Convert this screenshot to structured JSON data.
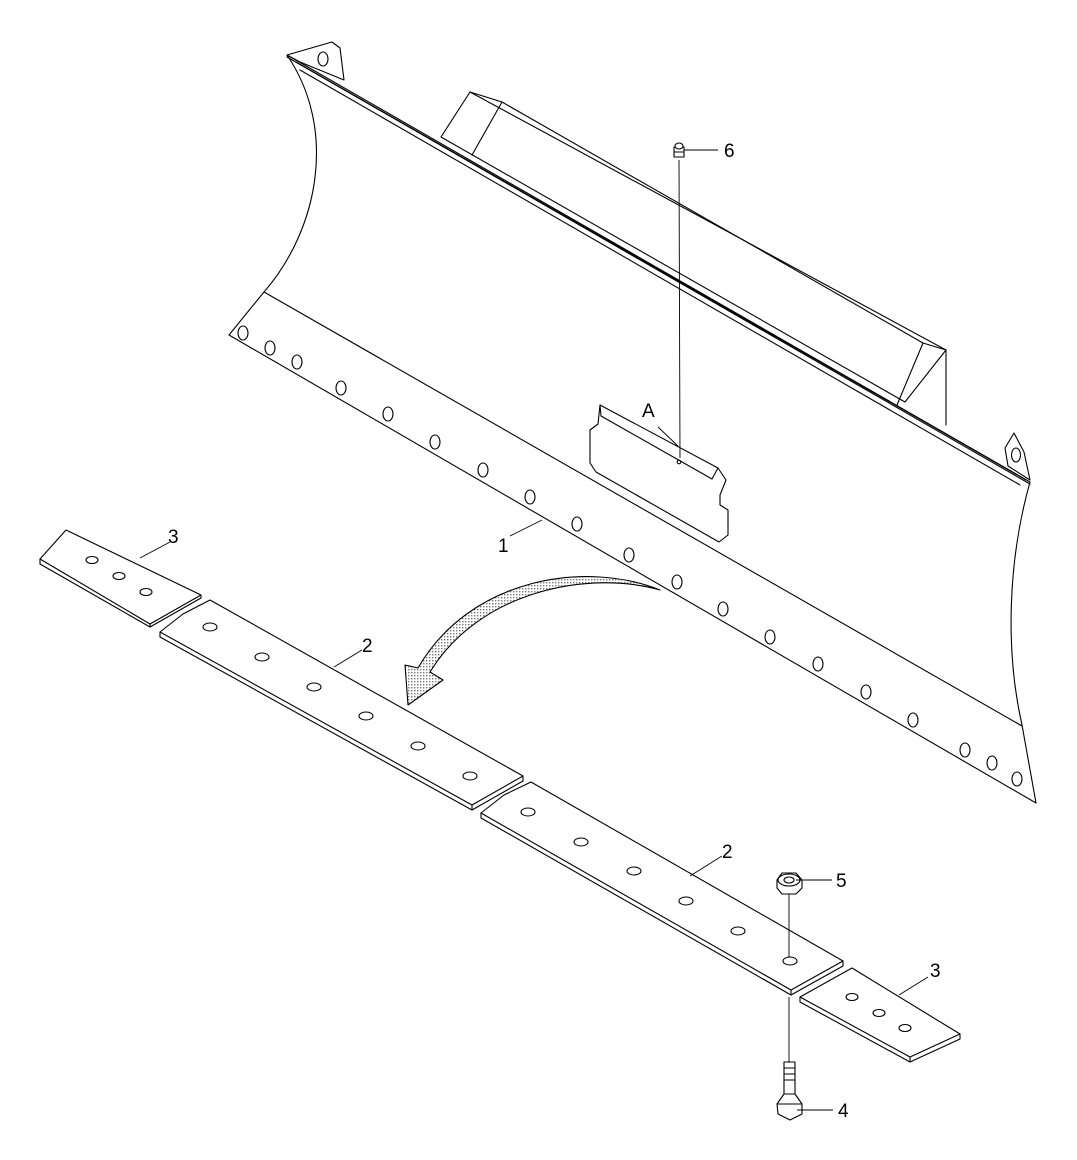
{
  "callouts": {
    "blade": "1",
    "cutting_edge_left": "2",
    "cutting_edge_right": "2",
    "end_bit_left": "3",
    "end_bit_right": "3",
    "bolt": "4",
    "nut": "5",
    "fitting": "6"
  },
  "view_label": "A",
  "colors": {
    "line": "#000000",
    "background": "#ffffff",
    "arrow_fill": "#c8c8c8"
  }
}
